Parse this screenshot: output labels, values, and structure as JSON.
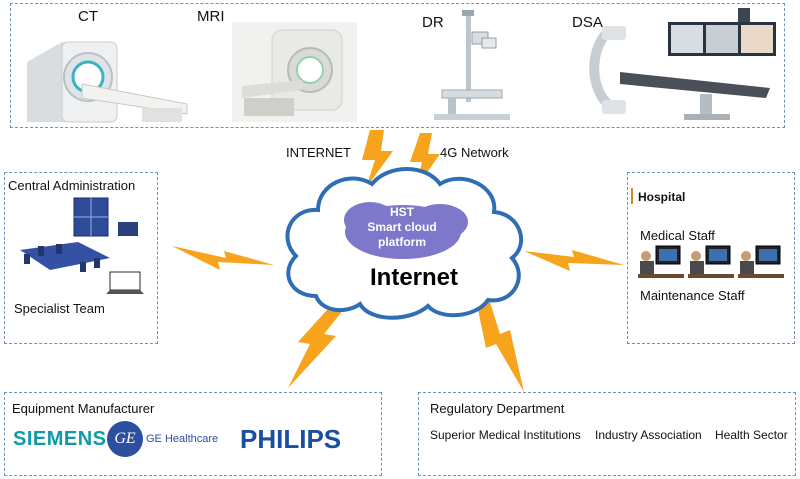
{
  "equipment": {
    "ct": "CT",
    "mri": "MRI",
    "dr": "DR",
    "dsa": "DSA"
  },
  "network": {
    "internet_link": "INTERNET",
    "mobile_link": "4G Network"
  },
  "cloud": {
    "inner_line1": "HST",
    "inner_line2": "Smart cloud",
    "inner_line3": "platform",
    "main_label": "Internet"
  },
  "central": {
    "title": "Central Administration",
    "subtitle": "Specialist Team"
  },
  "hospital": {
    "title": "Hospital",
    "medical": "Medical Staff",
    "maintenance": "Maintenance Staff"
  },
  "manufacturer": {
    "title": "Equipment Manufacturer",
    "siemens": "SIEMENS",
    "ge_logo": "GE",
    "ge_text": "GE Healthcare",
    "philips": "PHILIPS"
  },
  "regulatory": {
    "title": "Regulatory Department",
    "items": [
      "Superior Medical Institutions",
      "Industry Association",
      "Health Sector"
    ]
  },
  "colors": {
    "dash_border": "#6f92b8",
    "cloud_fill": "#ffffff",
    "cloud_inner": "#7d78c9",
    "lightning": "#f7a41c",
    "siemens": "#0f9aa8",
    "ge": "#2d4fa0",
    "philips": "#1a4fa0"
  }
}
